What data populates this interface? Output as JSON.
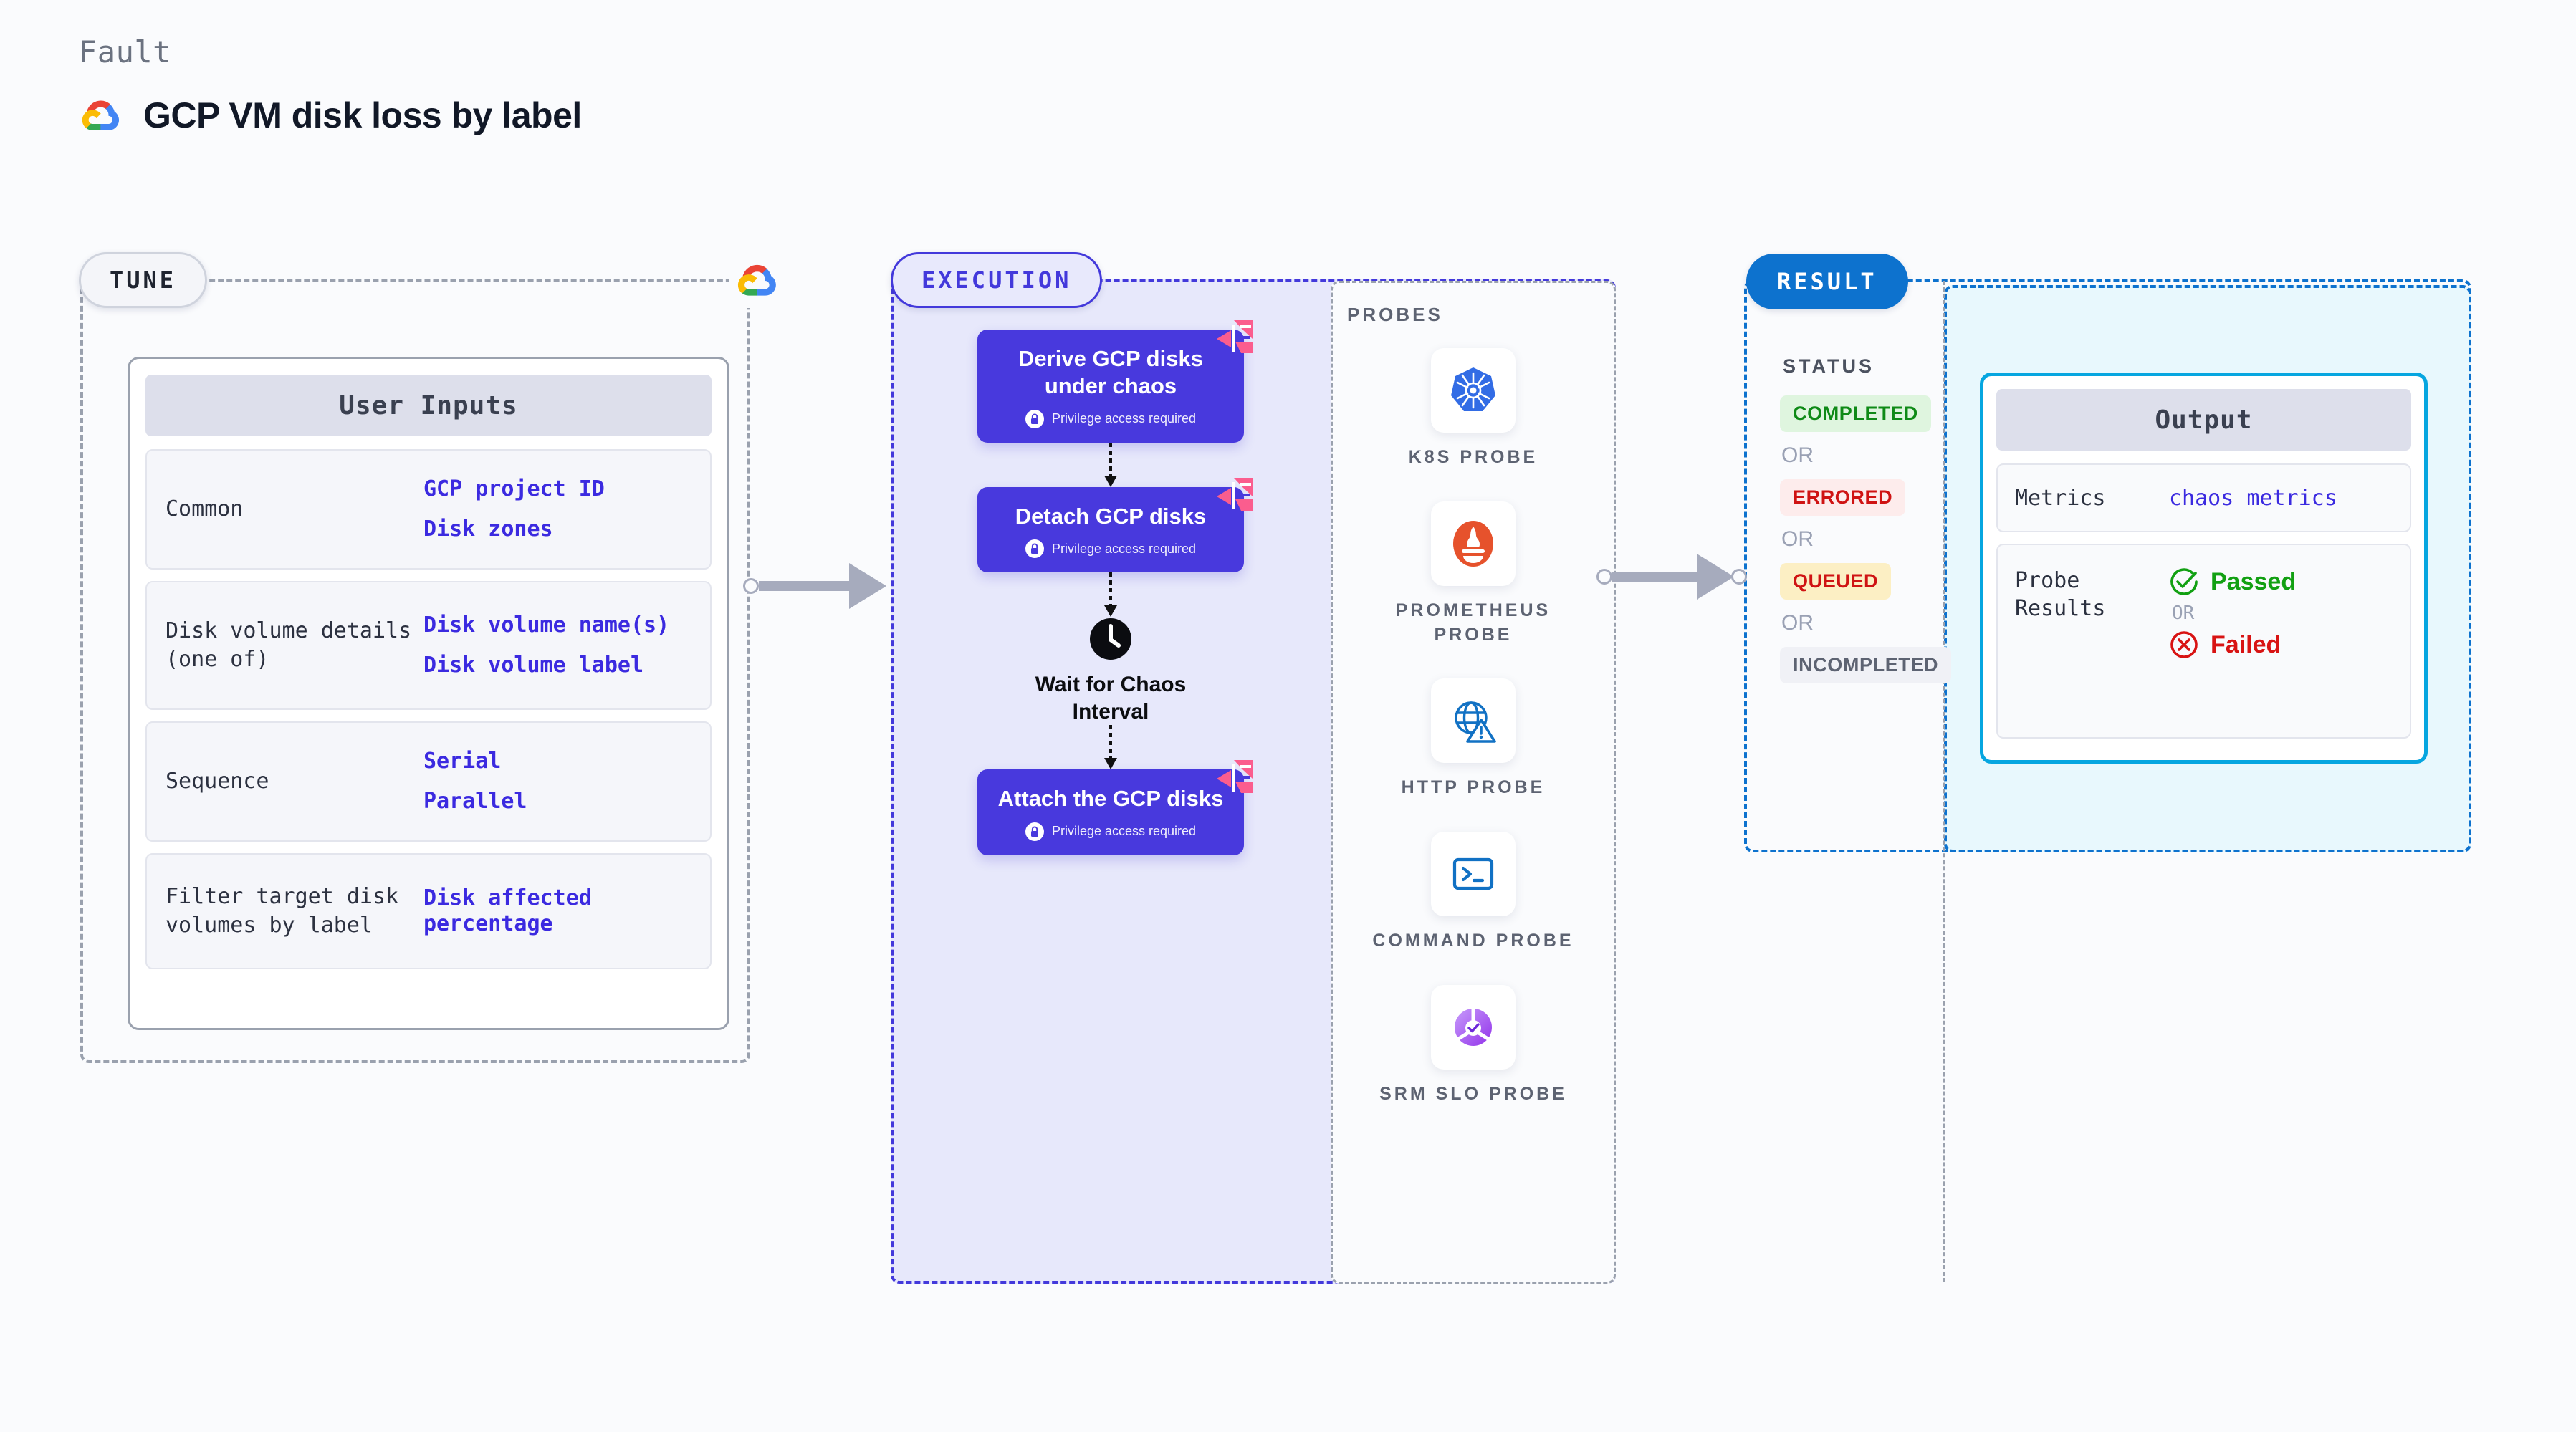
{
  "header": {
    "kicker": "Fault",
    "title": "GCP VM disk loss by label",
    "logo_icon": "gcp-logo-icon"
  },
  "stages": {
    "tune": {
      "label": "TUNE",
      "provider_icon": "gcp-logo-icon"
    },
    "execution": {
      "label": "EXECUTION"
    },
    "result": {
      "label": "RESULT"
    }
  },
  "tune": {
    "card_title": "User Inputs",
    "rows": [
      {
        "key": "Common",
        "values": [
          "GCP project ID",
          "Disk zones"
        ]
      },
      {
        "key": "Disk volume details (one of)",
        "values": [
          "Disk volume name(s)",
          "Disk volume label"
        ]
      },
      {
        "key": "Sequence",
        "values": [
          "Serial",
          "Parallel"
        ]
      },
      {
        "key": "Filter target disk volumes by label",
        "values": [
          "Disk affected percentage"
        ]
      }
    ]
  },
  "execution": {
    "steps": [
      {
        "title": "Derive GCP disks under chaos",
        "privilege": "Privilege access required",
        "badge_icon": "chaos-fault-icon",
        "lock_icon": "lock-icon"
      },
      {
        "title": "Detach GCP disks",
        "privilege": "Privilege access required",
        "badge_icon": "chaos-fault-icon",
        "lock_icon": "lock-icon"
      }
    ],
    "wait": {
      "label": "Wait for Chaos Interval",
      "icon": "clock-icon"
    },
    "final_step": {
      "title": "Attach the GCP disks",
      "privilege": "Privilege access required",
      "badge_icon": "chaos-fault-icon",
      "lock_icon": "lock-icon"
    }
  },
  "probes": {
    "title": "PROBES",
    "items": [
      {
        "label": "K8S PROBE",
        "icon": "kubernetes-icon"
      },
      {
        "label": "PROMETHEUS PROBE",
        "icon": "prometheus-icon"
      },
      {
        "label": "HTTP PROBE",
        "icon": "http-globe-warning-icon"
      },
      {
        "label": "COMMAND PROBE",
        "icon": "terminal-icon"
      },
      {
        "label": "SRM SLO PROBE",
        "icon": "srm-slo-icon"
      }
    ]
  },
  "result": {
    "status_title": "STATUS",
    "or_label": "OR",
    "statuses": [
      {
        "label": "COMPLETED",
        "bg": "#dff5df",
        "fg": "#0f8a17"
      },
      {
        "label": "ERRORED",
        "bg": "#fdecec",
        "fg": "#cf1313"
      },
      {
        "label": "QUEUED",
        "bg": "#fcefc4",
        "fg": "#cf1313"
      },
      {
        "label": "INCOMPLETED",
        "bg": "#f0f1f6",
        "fg": "#5d6372"
      }
    ],
    "output": {
      "card_title": "Output",
      "metrics_key": "Metrics",
      "metrics_value": "chaos metrics",
      "probe_results_key": "Probe Results",
      "passed_label": "Passed",
      "failed_label": "Failed",
      "or_label": "OR",
      "passed_icon": "check-circle-icon",
      "failed_icon": "x-circle-icon"
    }
  },
  "colors": {
    "accent_purple": "#4839dd",
    "accent_blue": "#0d72ce",
    "accent_cyan": "#06a6e0",
    "chaos_pink": "#fb5d8e",
    "page_bg": "#fafbfd",
    "exec_bg": "#e7e8fb",
    "result_bg": "#e8f8fd"
  }
}
